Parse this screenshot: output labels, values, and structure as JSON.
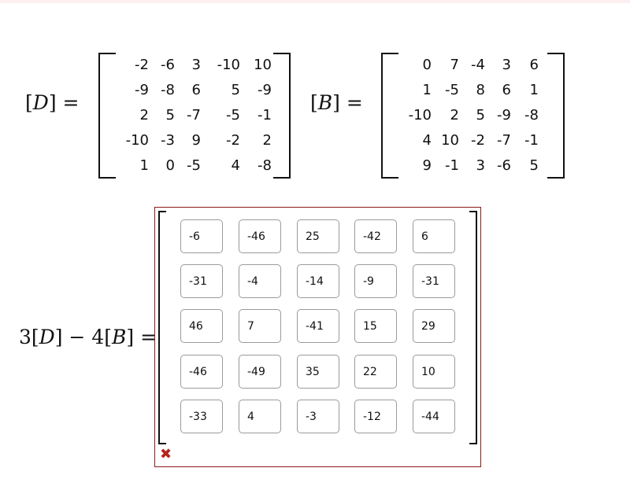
{
  "colors": {
    "error": "#8b1a1a",
    "error_icon": "#b3261e",
    "input_border": "#9a9a9a"
  },
  "labels": {
    "D": "D",
    "B": "B",
    "expr": {
      "c1": "3",
      "v1": "D",
      "op": "−",
      "c2": "4",
      "v2": "B"
    },
    "equals": "="
  },
  "matrix_D": [
    [
      "-2",
      "-6",
      "3",
      "-10",
      "10"
    ],
    [
      "-9",
      "-8",
      "6",
      "5",
      "-9"
    ],
    [
      "2",
      "5",
      "-7",
      "-5",
      "-1"
    ],
    [
      "-10",
      "-3",
      "9",
      "-2",
      "2"
    ],
    [
      "1",
      "0",
      "-5",
      "4",
      "-8"
    ]
  ],
  "matrix_B": [
    [
      "0",
      "7",
      "-4",
      "3",
      "6"
    ],
    [
      "1",
      "-5",
      "8",
      "6",
      "1"
    ],
    [
      "-10",
      "2",
      "5",
      "-9",
      "-8"
    ],
    [
      "4",
      "10",
      "-2",
      "-7",
      "-1"
    ],
    [
      "9",
      "-1",
      "3",
      "-6",
      "5"
    ]
  ],
  "answer": [
    [
      "-6",
      "-46",
      "25",
      "-42",
      "6"
    ],
    [
      "-31",
      "-4",
      "-14",
      "-9",
      "-31"
    ],
    [
      "46",
      "7",
      "-41",
      "15",
      "29"
    ],
    [
      "-46",
      "-49",
      "35",
      "22",
      "10"
    ],
    [
      "-33",
      "4",
      "-3",
      "-12",
      "-44"
    ]
  ],
  "status_icon": "x-mark-icon",
  "status_glyph": "✖"
}
